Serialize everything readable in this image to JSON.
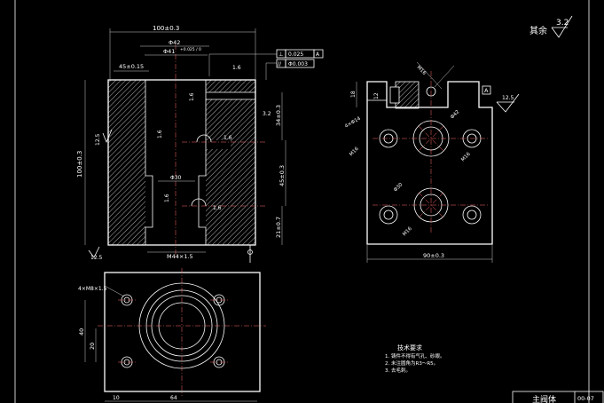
{
  "roughness": {
    "default_label": "其余",
    "default_value": "3.2"
  },
  "front_view": {
    "dims": {
      "overall_width": "100±0.3",
      "bore_dia": "Φ42",
      "bore_fit": "Φ41",
      "bore_tol": "+0.025 / 0",
      "chamfer": "45±0.15",
      "height": "100±0.3",
      "upper": "34±0.3",
      "mid": "45±0.3",
      "lower": "21±0.7",
      "small_bore": "Φ30",
      "bottom": "M44×1.5"
    },
    "gdt": [
      {
        "symbol": "⊥",
        "value": "0.025",
        "datum": "A"
      },
      {
        "symbol": "//",
        "value": "Φ0.003",
        "datum": ""
      }
    ],
    "roughness": [
      "1.6",
      "1.6",
      "1.6",
      "3.2",
      "12.5",
      "1.6",
      "1.6",
      "1.6",
      "12.5"
    ]
  },
  "side_view": {
    "dims": {
      "width": "90±0.3",
      "left_h": "18",
      "slot": "12",
      "hole_a": "4×Φ14",
      "hole_b": "Φ42",
      "hole_c": "M16",
      "hole_d": "Φ30",
      "hole_e": "M16"
    },
    "roughness": [
      "12.5"
    ],
    "datum": "A"
  },
  "top_view": {
    "dims": {
      "holes": "4×M8×1.5",
      "h1": "40",
      "h2": "20",
      "w1": "10",
      "w2": "64"
    }
  },
  "notes": {
    "title": "技术要求",
    "items": [
      "1. 铸件不得有气孔、砂眼。",
      "2. 未注圆角为R3～R5。",
      "3. 去毛刺。"
    ]
  },
  "title_block": {
    "name": "主阀体",
    "code": "00-07"
  }
}
